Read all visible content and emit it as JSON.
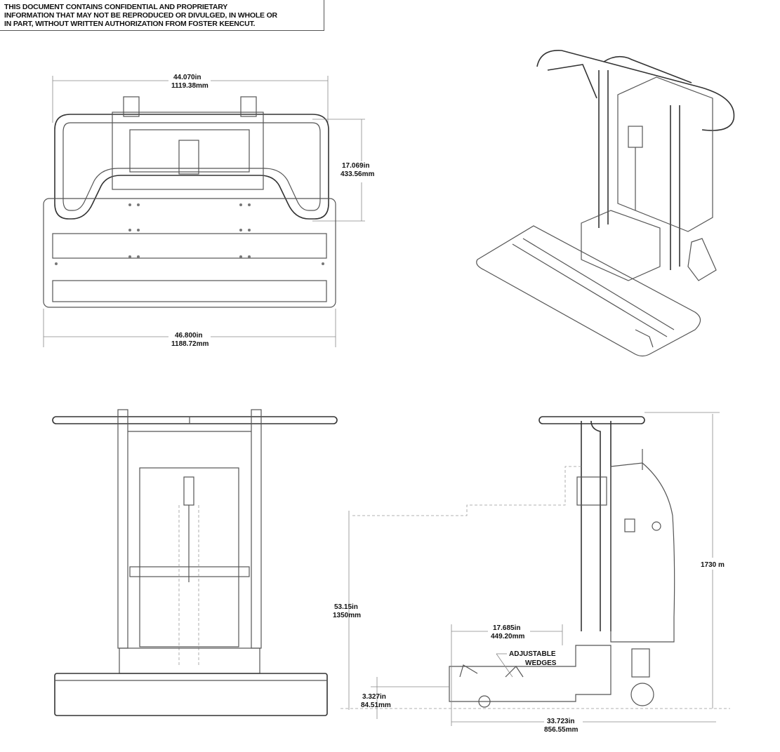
{
  "notice": {
    "lines": [
      "THIS DOCUMENT CONTAINS CONFIDENTIAL AND PROPRIETARY",
      "INFORMATION THAT MAY NOT BE REPRODUCED OR DIVULGED, IN WHOLE OR",
      "IN PART, WITHOUT WRITTEN AUTHORIZATION FROM FOSTER KEENCUT."
    ]
  },
  "top_view": {
    "width_handle": {
      "in": "44.070in",
      "mm": "1119.38mm"
    },
    "depth": {
      "in": "17.069in",
      "mm": "433.56mm"
    },
    "width_base": {
      "in": "46.800in",
      "mm": "1188.72mm"
    }
  },
  "side_view": {
    "height_platform": {
      "in": "53.15in",
      "mm": "1350mm"
    },
    "wedge_span": {
      "in": "17.685in",
      "mm": "449.20mm"
    },
    "callout": [
      "ADJUSTABLE",
      "WEDGES"
    ],
    "base_height": {
      "in": "3.327in",
      "mm": "84.51mm"
    },
    "overall_depth": {
      "in": "33.723in",
      "mm": "856.55mm"
    },
    "overall_height": "1730 m"
  }
}
